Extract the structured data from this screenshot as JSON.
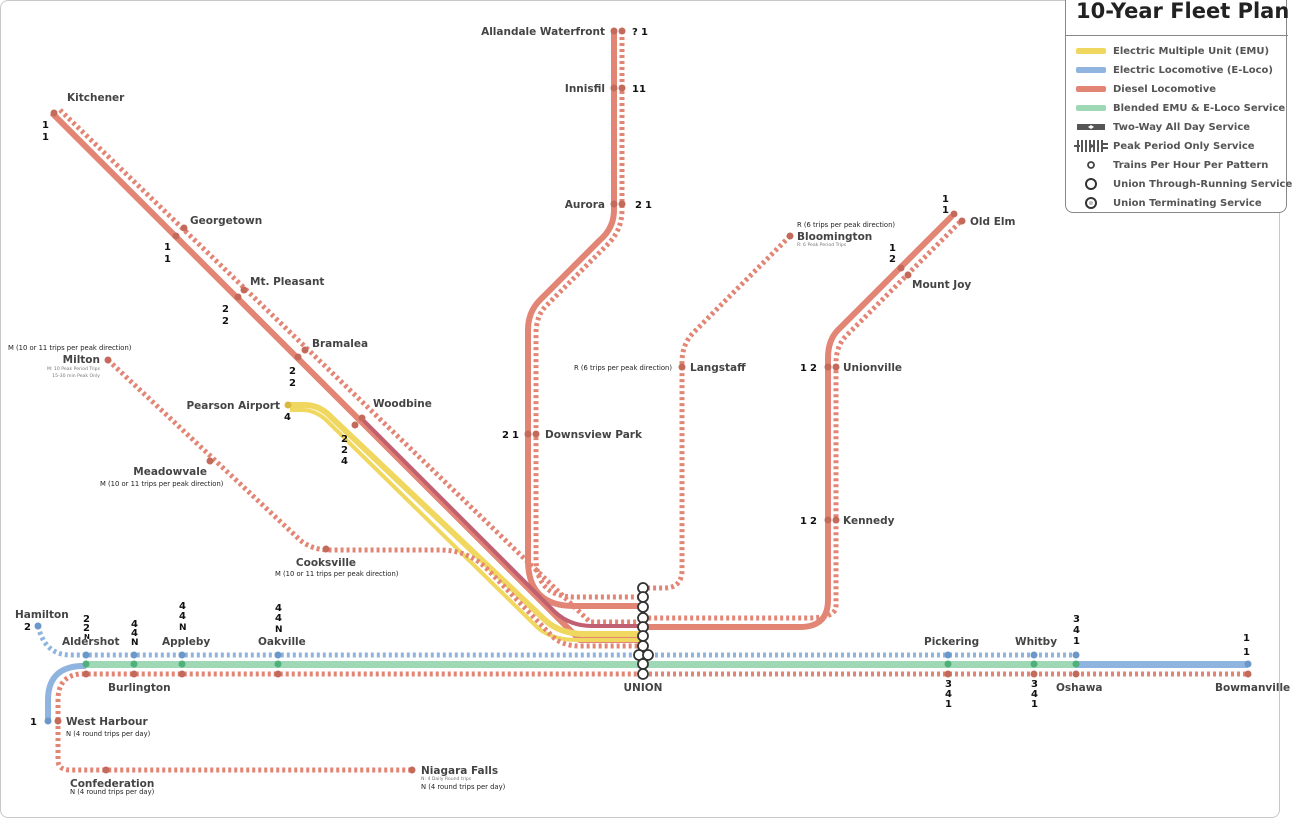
{
  "title": "10-Year Fleet Plan",
  "colors": {
    "emu": "#f0d860",
    "eloco": "#8fb4e0",
    "diesel": "#e38575",
    "blended": "#9ed8b4",
    "station_dot": "#c46a5b",
    "union_ring": "#333333"
  },
  "legend": [
    {
      "icon": "yellow-line-swatch",
      "label": "Electric Multiple Unit (EMU)"
    },
    {
      "icon": "blue-line-swatch",
      "label": "Electric Locomotive (E-Loco)"
    },
    {
      "icon": "red-line-swatch",
      "label": "Diesel Locomotive"
    },
    {
      "icon": "green-line-swatch",
      "label": "Blended EMU & E-Loco Service"
    },
    {
      "icon": "two-way-arrow-icon",
      "label": "Two-Way All Day Service"
    },
    {
      "icon": "dashed-line-arrow-icon",
      "label": "Peak Period Only Service"
    },
    {
      "icon": "small-circle-icon",
      "label": "Trains Per Hour Per Pattern"
    },
    {
      "icon": "ring-circle-icon",
      "label": "Union Through-Running Service"
    },
    {
      "icon": "dot-ring-circle-icon",
      "label": "Union Terminating Service"
    }
  ],
  "stations": {
    "allandale": "Allandale Waterfront",
    "innisfil": "Innisfil",
    "aurora": "Aurora",
    "downsview": "Downsview Park",
    "kitchener": "Kitchener",
    "georgetown": "Georgetown",
    "mtpleasant": "Mt. Pleasant",
    "bramalea": "Bramalea",
    "woodbine": "Woodbine",
    "pearson": "Pearson Airport",
    "milton": "Milton",
    "meadowvale": "Meadowvale",
    "cooksville": "Cooksville",
    "bloomington": "Bloomington",
    "langstaff": "Langstaff",
    "oldelm": "Old Elm",
    "mountjoy": "Mount Joy",
    "unionville": "Unionville",
    "kennedy": "Kennedy",
    "union": "UNION",
    "hamilton": "Hamilton",
    "aldershot": "Aldershot",
    "burlington": "Burlington",
    "appleby": "Appleby",
    "oakville": "Oakville",
    "pickering": "Pickering",
    "whitby": "Whitby",
    "oshawa": "Oshawa",
    "bowmanville": "Bowmanville",
    "westharbour": "West Harbour",
    "confederation": "Confederation",
    "niagara": "Niagara Falls"
  },
  "notes": {
    "milton_peak": "M (10 or 11 trips per peak direction)",
    "milton_small_1": "M: 10 Peak Period Trips",
    "milton_small_2": "15-30 min Peak Only",
    "meadowvale_peak": "M (10 or 11 trips per peak direction)",
    "cooksville_peak": "M (10 or 11 trips per peak direction)",
    "bloomington_peak": "R (6 trips per peak direction)",
    "bloomington_small": "R: 6 Peak Period Trips",
    "langstaff_peak": "R (6 trips per peak direction)",
    "westharbour_trips": "N (4 round trips per day)",
    "confederation_trips": "N (4 round trips per day)",
    "niagara_trips": "N (4 round trips per day)",
    "niagara_small": "N: 4 Daily Round trips"
  },
  "counts": {
    "allandale": [
      "?",
      "1"
    ],
    "innisfil": [
      "1",
      "1"
    ],
    "aurora": [
      "2",
      "1"
    ],
    "downsview": [
      "2",
      "1"
    ],
    "kitchener": [
      "1",
      "1"
    ],
    "georgetown": [
      "1",
      "1"
    ],
    "mtpleasant": [
      "2",
      "2"
    ],
    "bramalea": [
      "2",
      "2"
    ],
    "woodbine": [
      "2",
      "2",
      "4"
    ],
    "pearson": [
      "4"
    ],
    "oldelm": [
      "1",
      "1"
    ],
    "mountjoy": [
      "1",
      "2"
    ],
    "unionville": [
      "1",
      "2"
    ],
    "kennedy": [
      "1",
      "2"
    ],
    "hamilton": [
      "2"
    ],
    "aldershot": [
      "2",
      "2",
      "N"
    ],
    "burlington": [
      "4",
      "4",
      "N"
    ],
    "appleby": [
      "4",
      "4",
      "N"
    ],
    "oakville": [
      "4",
      "4",
      "N"
    ],
    "pickering": [
      "3",
      "4",
      "1"
    ],
    "whitby": [
      "3",
      "4",
      "1"
    ],
    "oshawa": [
      "3",
      "4",
      "1"
    ],
    "bowmanville": [
      "1",
      "1"
    ],
    "westharbour": [
      "1"
    ]
  }
}
